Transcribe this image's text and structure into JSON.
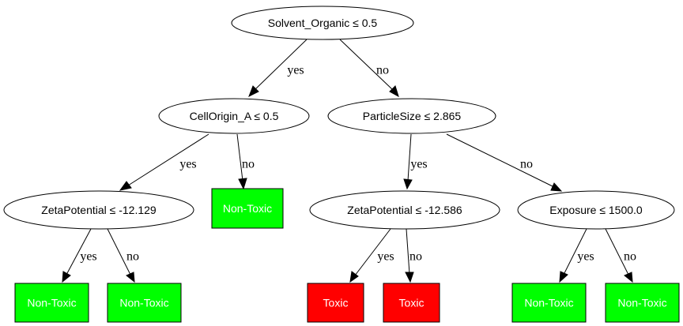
{
  "colors": {
    "non_toxic": "#00ff00",
    "toxic": "#ff0000",
    "edge": "#000000",
    "node_fill": "#ffffff"
  },
  "nodes": {
    "root": {
      "label": "Solvent_Organic ≤ 0.5"
    },
    "cell_origin": {
      "label": "CellOrigin_A ≤ 0.5"
    },
    "particle_size": {
      "label": "ParticleSize ≤ 2.865"
    },
    "zeta_left": {
      "label": "ZetaPotential ≤ -12.129"
    },
    "zeta_right": {
      "label": "ZetaPotential ≤ -12.586"
    },
    "exposure": {
      "label": "Exposure ≤ 1500.0"
    }
  },
  "leaves": {
    "leaf_cell_no": {
      "label": "Non-Toxic",
      "class": "non_toxic"
    },
    "leaf_zl_yes": {
      "label": "Non-Toxic",
      "class": "non_toxic"
    },
    "leaf_zl_no": {
      "label": "Non-Toxic",
      "class": "non_toxic"
    },
    "leaf_zr_yes": {
      "label": "Toxic",
      "class": "toxic"
    },
    "leaf_zr_no": {
      "label": "Toxic",
      "class": "toxic"
    },
    "leaf_exp_yes": {
      "label": "Non-Toxic",
      "class": "non_toxic"
    },
    "leaf_exp_no": {
      "label": "Non-Toxic",
      "class": "non_toxic"
    }
  },
  "edges": {
    "root_cell": {
      "label": "yes"
    },
    "root_particle": {
      "label": "no"
    },
    "cell_zeta": {
      "label": "yes"
    },
    "cell_leaf": {
      "label": "no"
    },
    "particle_zeta": {
      "label": "yes"
    },
    "particle_exposure": {
      "label": "no"
    },
    "zl_yes": {
      "label": "yes"
    },
    "zl_no": {
      "label": "no"
    },
    "zr_yes": {
      "label": "yes"
    },
    "zr_no": {
      "label": "no"
    },
    "exp_yes": {
      "label": "yes"
    },
    "exp_no": {
      "label": "no"
    }
  }
}
